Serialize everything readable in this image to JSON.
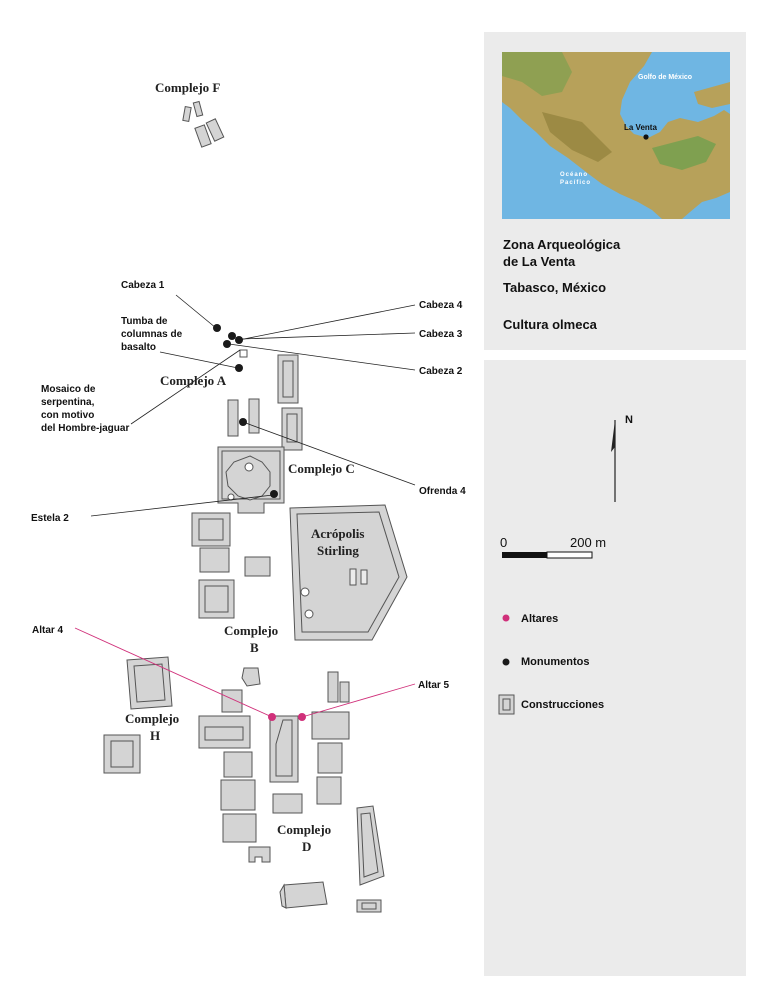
{
  "info": {
    "title_line1": "Zona Arqueológica",
    "title_line2": "de La Venta",
    "location": "Tabasco, México",
    "culture": "Cultura olmeca"
  },
  "inset_map": {
    "gulf": "Golfo de México",
    "site": "La Venta",
    "ocean_line1": "Océano",
    "ocean_line2": "Pacífico",
    "sea_color": "#6fb6e3",
    "land_color": "#b7a15a"
  },
  "north": {
    "label": "N"
  },
  "scale": {
    "start": "0",
    "end": "200 m"
  },
  "legend": {
    "altares": "Altares",
    "monumentos": "Monumentos",
    "construcciones": "Construcciones",
    "altar_color": "#d0307a",
    "monument_color": "#1a1a1a",
    "building_color": "#d4d4d4"
  },
  "complexes": {
    "f": "Complejo F",
    "a": "Complejo A",
    "c": "Complejo C",
    "acropolis_line1": "Acrópolis",
    "acropolis_line2": "Stirling",
    "b_line1": "Complejo",
    "b_line2": "B",
    "h_line1": "Complejo",
    "h_line2": "H",
    "d_line1": "Complejo",
    "d_line2": "D"
  },
  "monuments": {
    "cabeza1": "Cabeza 1",
    "tumba_line1": "Tumba de",
    "tumba_line2": "columnas de",
    "tumba_line3": "basalto",
    "mosaico_line1": "Mosaico de",
    "mosaico_line2": "serpentina,",
    "mosaico_line3": "con motivo",
    "mosaico_line4": "del Hombre-jaguar",
    "cabeza4": "Cabeza 4",
    "cabeza3": "Cabeza 3",
    "cabeza2": "Cabeza 2",
    "ofrenda4": "Ofrenda 4",
    "estela2": "Estela 2",
    "altar4": "Altar 4",
    "altar5": "Altar 5"
  }
}
